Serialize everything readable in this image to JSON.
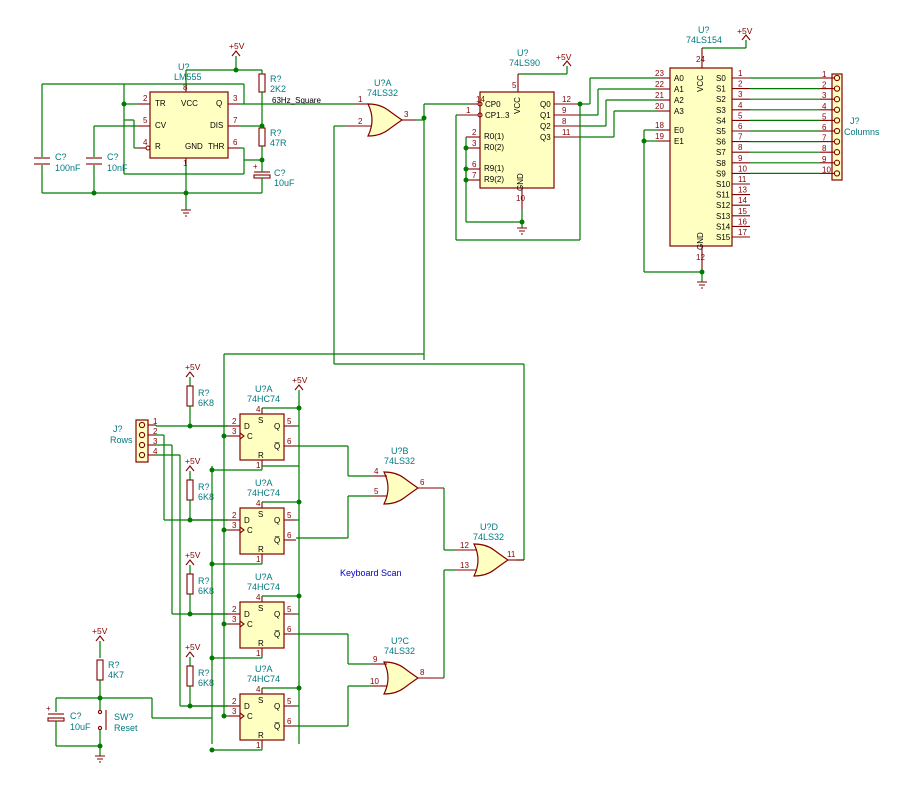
{
  "power": {
    "vcc": "+5V"
  },
  "net_labels": {
    "square": "63Hz_Square"
  },
  "notes": {
    "scan": "Keyboard Scan"
  },
  "timer": {
    "ref": "U?",
    "part": "LM555",
    "pins": {
      "tr": "TR",
      "vcc": "VCC",
      "q": "Q",
      "cv": "CV",
      "dis": "DIS",
      "r": "R",
      "gnd": "GND",
      "thr": "THR"
    },
    "pinnums": {
      "tr": "2",
      "vcc": "8",
      "q": "3",
      "cv": "5",
      "dis": "7",
      "r": "4",
      "gnd": "1",
      "thr": "6"
    }
  },
  "resistors": [
    {
      "ref": "R?",
      "value": "2K2"
    },
    {
      "ref": "R?",
      "value": "47R"
    },
    {
      "ref": "R?",
      "value": "6K8"
    },
    {
      "ref": "R?",
      "value": "6K8"
    },
    {
      "ref": "R?",
      "value": "6K8"
    },
    {
      "ref": "R?",
      "value": "6K8"
    },
    {
      "ref": "R?",
      "value": "4K7"
    }
  ],
  "capacitors": [
    {
      "ref": "C?",
      "value": "100nF"
    },
    {
      "ref": "C?",
      "value": "10nF"
    },
    {
      "ref": "C?",
      "value": "10uF"
    },
    {
      "ref": "C?",
      "value": "10uF"
    }
  ],
  "gates": {
    "a": {
      "ref": "U?A",
      "part": "74LS32",
      "in1": "1",
      "in2": "2",
      "out": "3"
    },
    "b": {
      "ref": "U?B",
      "part": "74LS32",
      "in1": "4",
      "in2": "5",
      "out": "6"
    },
    "c": {
      "ref": "U?C",
      "part": "74LS32",
      "in1": "9",
      "in2": "10",
      "out": "8"
    },
    "d": {
      "ref": "U?D",
      "part": "74LS32",
      "in1": "12",
      "in2": "13",
      "out": "11"
    }
  },
  "counter": {
    "ref": "U?",
    "part": "74LS90",
    "pins": {
      "cp0": "CP0",
      "cp1": "CP1..3",
      "r01": "R0(1)",
      "r02": "R0(2)",
      "r91": "R9(1)",
      "r92": "R9(2)",
      "vcc": "VCC",
      "gnd": "GND",
      "q0": "Q0",
      "q1": "Q1",
      "q2": "Q2",
      "q3": "Q3"
    },
    "pinnums": {
      "cp0": "14",
      "cp1": "1",
      "r01": "2",
      "r02": "3",
      "r91": "6",
      "r92": "7",
      "vcc": "5",
      "gnd": "10",
      "q0": "12",
      "q1": "9",
      "q2": "8",
      "q3": "11"
    }
  },
  "decoder": {
    "ref": "U?",
    "part": "74LS154",
    "inputs": [
      {
        "name": "A0",
        "num": "23"
      },
      {
        "name": "A1",
        "num": "22"
      },
      {
        "name": "A2",
        "num": "21"
      },
      {
        "name": "A3",
        "num": "20"
      },
      {
        "name": "E0",
        "num": "18"
      },
      {
        "name": "E1",
        "num": "19"
      }
    ],
    "vcc": "VCC",
    "vccnum": "24",
    "gnd": "GND",
    "gndnum": "12",
    "outputs": [
      {
        "name": "S0",
        "num": "1"
      },
      {
        "name": "S1",
        "num": "2"
      },
      {
        "name": "S2",
        "num": "3"
      },
      {
        "name": "S3",
        "num": "4"
      },
      {
        "name": "S4",
        "num": "5"
      },
      {
        "name": "S5",
        "num": "6"
      },
      {
        "name": "S6",
        "num": "7"
      },
      {
        "name": "S7",
        "num": "8"
      },
      {
        "name": "S8",
        "num": "9"
      },
      {
        "name": "S9",
        "num": "10"
      },
      {
        "name": "S10",
        "num": "11"
      },
      {
        "name": "S11",
        "num": "13"
      },
      {
        "name": "S12",
        "num": "14"
      },
      {
        "name": "S13",
        "num": "15"
      },
      {
        "name": "S14",
        "num": "16"
      },
      {
        "name": "S15",
        "num": "17"
      }
    ]
  },
  "columns": {
    "ref": "J?",
    "name": "Columns",
    "pins": [
      "1",
      "2",
      "3",
      "4",
      "5",
      "6",
      "7",
      "8",
      "9",
      "10"
    ]
  },
  "rows": {
    "ref": "J?",
    "name": "Rows",
    "pins": [
      "1",
      "2",
      "3",
      "4"
    ]
  },
  "flipflops": [
    {
      "ref": "U?A",
      "part": "74HC74"
    },
    {
      "ref": "U?A",
      "part": "74HC74"
    },
    {
      "ref": "U?A",
      "part": "74HC74"
    },
    {
      "ref": "U?A",
      "part": "74HC74"
    }
  ],
  "ff_pins": {
    "d": "D",
    "s": "S",
    "q": "Q",
    "c": "C",
    "qb": "Q̅",
    "r": "R",
    "dn": "2",
    "cn": "3",
    "sn": "4",
    "qn": "5",
    "qbn": "6",
    "rn": "1"
  },
  "switch": {
    "ref": "SW?",
    "name": "Reset"
  }
}
